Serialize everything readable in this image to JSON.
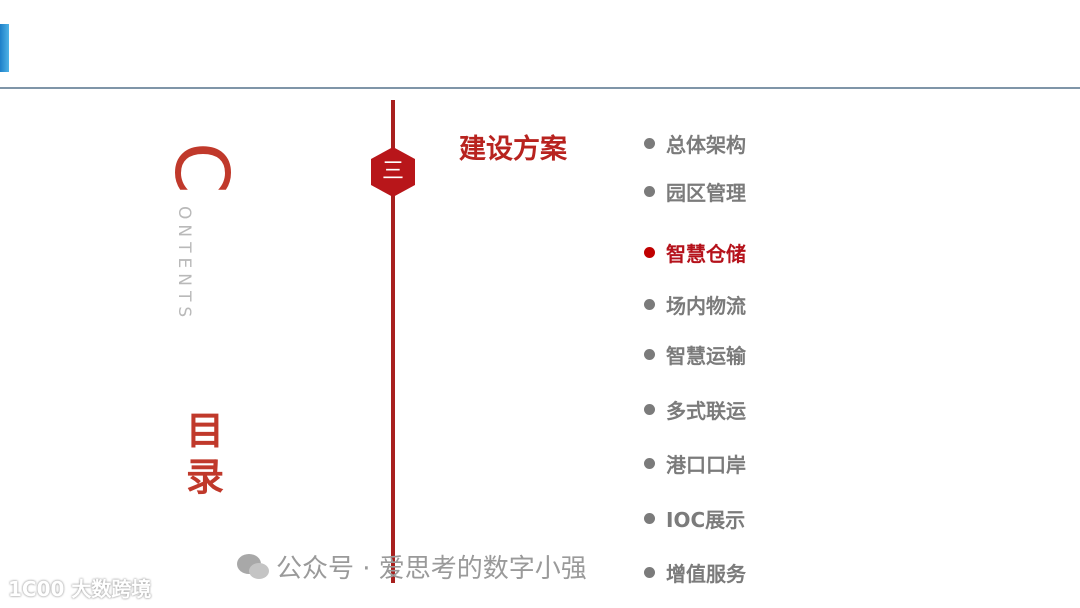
{
  "contents": {
    "initial": "C",
    "rest": "ONTENTS",
    "title_line1": "目",
    "title_line2": "录"
  },
  "section": {
    "number": "三",
    "title": "建设方案"
  },
  "items": [
    {
      "label": "总体架构",
      "active": false
    },
    {
      "label": "园区管理",
      "active": false
    },
    {
      "label": "智慧仓储",
      "active": true
    },
    {
      "label": "场内物流",
      "active": false
    },
    {
      "label": "智慧运输",
      "active": false
    },
    {
      "label": "多式联运",
      "active": false
    },
    {
      "label": "港口口岸",
      "active": false
    },
    {
      "label": "IOC展示",
      "active": false
    },
    {
      "label": "增值服务",
      "active": false
    }
  ],
  "watermark": "公众号 · 爱思考的数字小强",
  "logo": "1C00 大数跨境",
  "colors": {
    "accent_red": "#b8231f",
    "active_red": "#c00000",
    "inactive_gray": "#7b7b7b",
    "header_blue": "#2f8fd4"
  }
}
